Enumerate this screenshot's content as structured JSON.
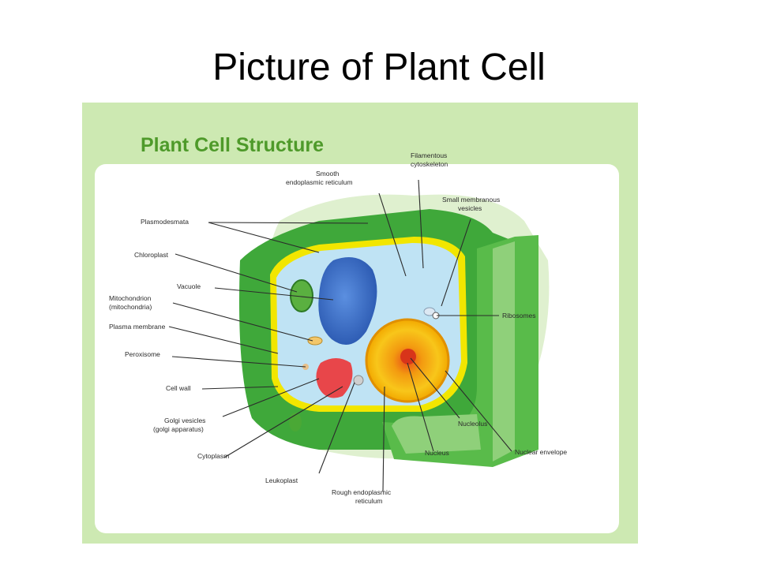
{
  "slide": {
    "title": "Picture of Plant Cell"
  },
  "figure": {
    "heading": "Plant Cell Structure",
    "labels": {
      "plasmodesmata": "Plasmodesmata",
      "chloroplast": "Chloroplast",
      "vacuole": "Vacuole",
      "mitochondrion_line1": "Mitochondrion",
      "mitochondrion_line2": "(mitochondria)",
      "plasma_membrane": "Plasma membrane",
      "peroxisome": "Peroxisome",
      "cell_wall": "Cell wall",
      "golgi_line1": "Golgi vesicles",
      "golgi_line2": "(golgi apparatus)",
      "cytoplasm": "Cytoplasm",
      "leukoplast": "Leukoplast",
      "rough_er_line1": "Rough endoplasmic",
      "rough_er_line2": "reticulum",
      "smooth_er_line1": "Smooth",
      "smooth_er_line2": "endoplasmic reticulum",
      "filamentous_line1": "Filamentous",
      "filamentous_line2": "cytoskeleton",
      "vesicles_line1": "Small membranous",
      "vesicles_line2": "vesicles",
      "ribosomes": "Ribosomes",
      "nucleolus": "Nucleolus",
      "nucleus": "Nucleus",
      "nuclear_envelope": "Nuclear envelope"
    }
  },
  "colors": {
    "frame_bg": "#cde9b2",
    "heading": "#4e9a2a",
    "cell_wall_dark": "#3fa83a",
    "cell_wall_light": "#8fd07a",
    "cytoplasm": "#bfe3f4",
    "vacuole": "#3a6fc8",
    "nucleus": "#f5b400",
    "membrane": "#f2e600",
    "golgi": "#e8464a"
  }
}
